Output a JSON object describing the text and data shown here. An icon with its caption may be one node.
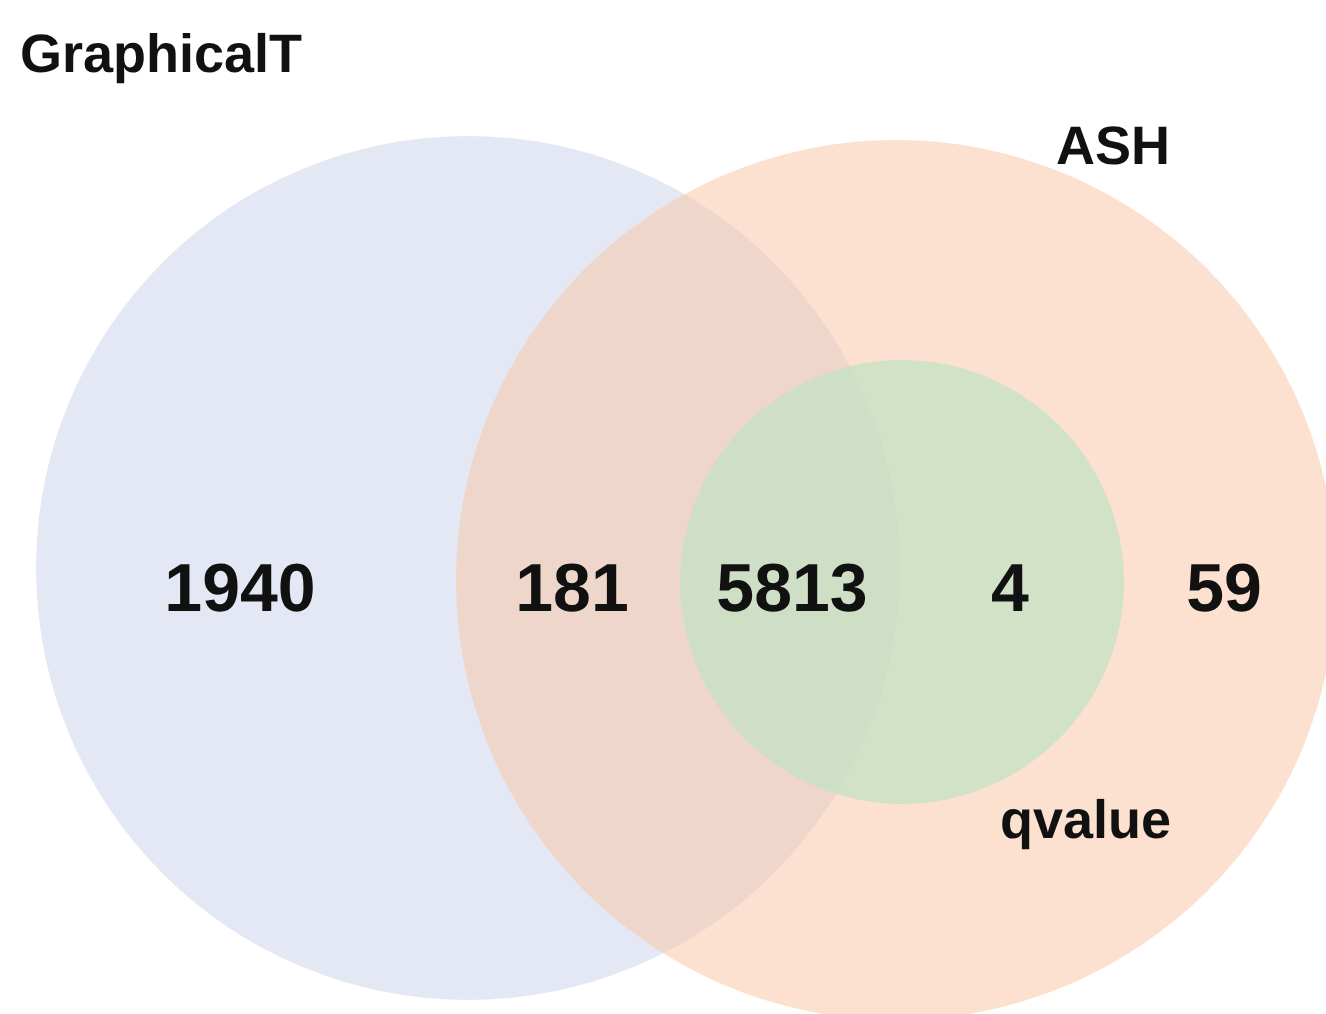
{
  "diagram": {
    "nodes": [
      {
        "text": [
          "GraphicalT"
        ]
      },
      {
        "text": [
          "ASH"
        ]
      },
      {
        "text": [
          "qvalue"
        ],
        "in": 1
      }
    ],
    "labels": [
      "1940",
      "181",
      "5813",
      "4",
      "59"
    ]
  }
}
